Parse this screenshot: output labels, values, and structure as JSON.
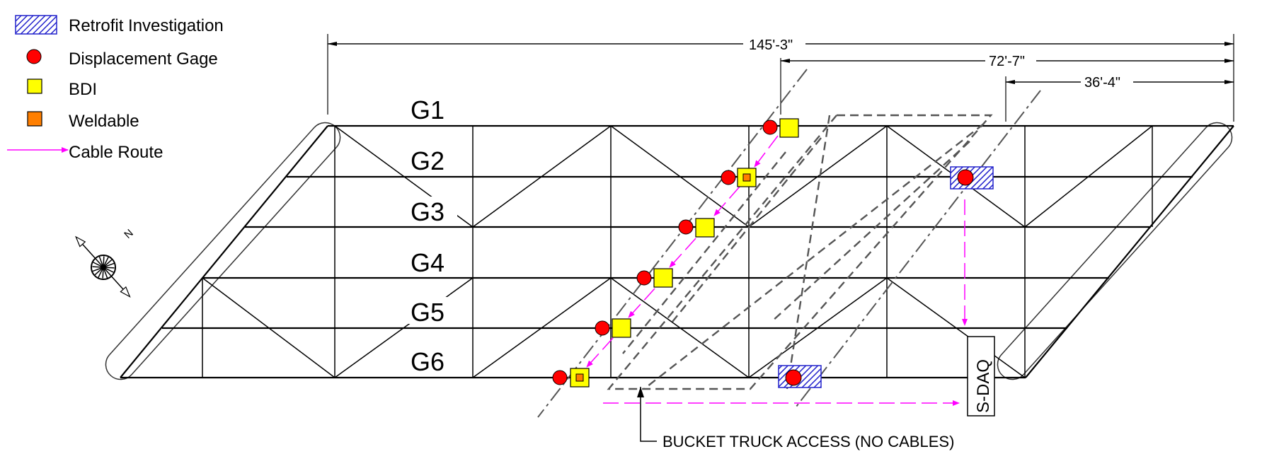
{
  "legend": {
    "items": [
      {
        "label": "Retrofit Investigation",
        "symbol": "hatched-rect-icon"
      },
      {
        "label": "Displacement Gage",
        "symbol": "red-dot-icon",
        "color": "#ff0000"
      },
      {
        "label": "BDI",
        "symbol": "yellow-square-icon",
        "color": "#ffff00"
      },
      {
        "label": "Weldable",
        "symbol": "orange-square-icon",
        "color": "#ff7f00"
      },
      {
        "label": "Cable Route",
        "symbol": "magenta-arrow-icon",
        "color": "#ff00ff"
      }
    ]
  },
  "dimensions": {
    "total": "145'-3\"",
    "half": "72'-7\"",
    "quarter": "36'-4\""
  },
  "girders": [
    "G1",
    "G2",
    "G3",
    "G4",
    "G5",
    "G6"
  ],
  "labels": {
    "daq": "S-DAQ",
    "access_note": "BUCKET TRUCK ACCESS (NO CABLES)",
    "north": "N"
  },
  "colors": {
    "hatch": "#2222cc",
    "gage": "#ff0000",
    "bdi": "#ffff00",
    "weldable": "#ff7f00",
    "cable": "#ff00ff",
    "dashed": "#555555"
  }
}
